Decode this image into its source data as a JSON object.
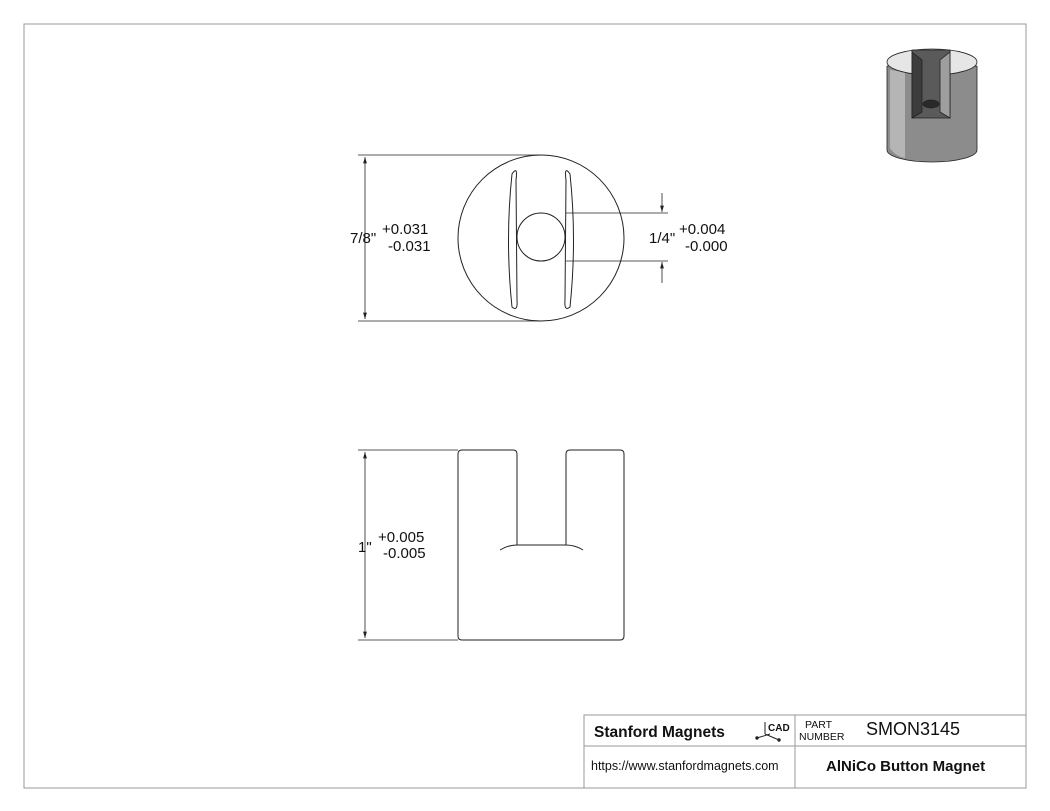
{
  "top_view": {
    "diameter": {
      "nominal": "7/8\"",
      "plus": "+0.031",
      "minus": "-0.031"
    },
    "hole": {
      "nominal": "1/4\"",
      "plus": "+0.004",
      "minus": "-0.000"
    }
  },
  "front_view": {
    "height": {
      "nominal": "1\"",
      "plus": "+0.005",
      "minus": "-0.005"
    }
  },
  "title_block": {
    "company": "Stanford Magnets",
    "cad_label": "CAD",
    "part_number_label_line1": "PART",
    "part_number_label_line2": "NUMBER",
    "part_number": "SMON3145",
    "url": "https://www.stanfordmagnets.com",
    "description": "AlNiCo Button Magnet"
  },
  "colors": {
    "line": "#222222",
    "border": "#9a9a9a",
    "iso_top": "#e6e6e6",
    "iso_side": "#8c8c8c"
  }
}
